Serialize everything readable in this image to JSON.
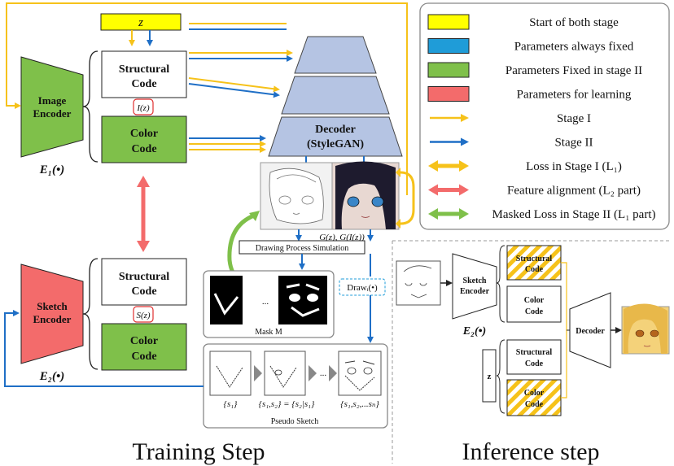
{
  "colors": {
    "yellow": "#f6c21a",
    "blue": "#1f6fc6",
    "green": "#7fc04a",
    "red": "#f36b6b",
    "decoder": "#b5c4e3",
    "gray": "#888888"
  },
  "z_label": "z",
  "image_encoder": {
    "label": "Image Encoder",
    "line1": "Image",
    "line2": "Encoder",
    "func": "E₁(•)"
  },
  "sketch_encoder": {
    "label": "Sketch Encoder",
    "line1": "Sketch",
    "line2": "Encoder",
    "func": "E₂(•)"
  },
  "top_codes": {
    "structural_1": "Structural",
    "structural_2": "Code",
    "mid": "I(z)",
    "color_1": "Color",
    "color_2": "Code"
  },
  "bottom_codes": {
    "structural_1": "Structural",
    "structural_2": "Code",
    "mid": "S(z)",
    "color_1": "Color",
    "color_2": "Code"
  },
  "decoder": {
    "line1": "Decoder",
    "line2": "(StyleGAN)"
  },
  "output_caption": "G(z), G(I(z))",
  "drawing_process": "Drawing Process Simulation",
  "mask_label": "Mask M",
  "ellipsis": "...",
  "draw_label": "Drawᵢ(•)",
  "pseudo_captions": [
    "{s₁}",
    "{s₁,s₂} = {s₂|s₁}",
    "{s₁,s₂,...sₙ}"
  ],
  "pseudo_label": "Pseudo Sketch",
  "legend": [
    {
      "kind": "swatch",
      "color": "#ffff00",
      "label": "Start of both stage"
    },
    {
      "kind": "swatch",
      "color": "#1f9cd8",
      "label": "Parameters always fixed"
    },
    {
      "kind": "swatch",
      "color": "#7fc04a",
      "label": "Parameters Fixed in stage II"
    },
    {
      "kind": "swatch",
      "color": "#f36b6b",
      "label": "Parameters for learning"
    },
    {
      "kind": "arrow",
      "color": "#f6c21a",
      "label": "Stage I"
    },
    {
      "kind": "arrow",
      "color": "#1f6fc6",
      "label": "Stage II"
    },
    {
      "kind": "double",
      "color": "#f6c21a",
      "label": "Loss in Stage I (L₁)"
    },
    {
      "kind": "double",
      "color": "#f36b6b",
      "label": "Feature alignment (L₂  part)"
    },
    {
      "kind": "double",
      "color": "#7fc04a",
      "label": "Masked Loss in Stage II (L₁ part)"
    }
  ],
  "inference": {
    "sketch_encoder_1": "Sketch",
    "sketch_encoder_2": "Encoder",
    "func": "E₂(•)",
    "structural_1": "Structural",
    "structural_2": "Code",
    "color_1": "Color",
    "color_2": "Code",
    "decoder": "Decoder",
    "z": "z"
  },
  "training_title": "Training Step",
  "inference_title": "Inference step"
}
